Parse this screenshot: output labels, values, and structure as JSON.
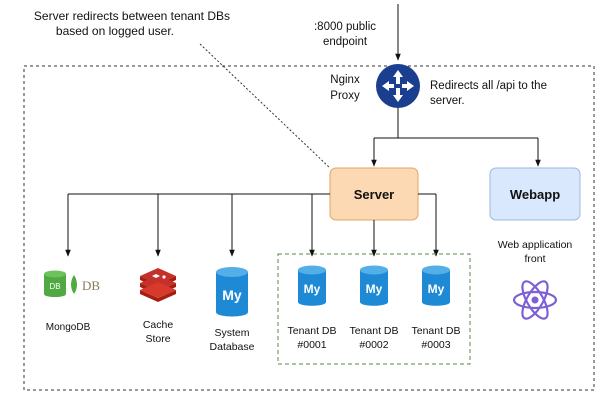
{
  "annotation": {
    "line1": "Server redirects between tenant DBs",
    "line2": "based on logged user."
  },
  "public_endpoint": {
    "line1": ":8000 public",
    "line2": "endpoint"
  },
  "nginx": {
    "line1": "Nginx",
    "line2": "Proxy",
    "icon": "router-icon"
  },
  "redirect_note": {
    "line1": "Redirects all /api to the",
    "line2": "server."
  },
  "server": {
    "label": "Server"
  },
  "webapp": {
    "label": "Webapp",
    "caption_line1": "Web application",
    "caption_line2": "front",
    "icon": "react-atom-icon"
  },
  "mongodb": {
    "label": "MongoDB",
    "logo_text": "DB",
    "icon": "mongodb-icon"
  },
  "cache": {
    "line1": "Cache",
    "line2": "Store",
    "icon": "redis-icon"
  },
  "system_db": {
    "line1": "System",
    "line2": "Database",
    "icon": "mysql-icon"
  },
  "tenants": [
    {
      "line1": "Tenant DB",
      "line2": "#0001",
      "icon": "mysql-icon"
    },
    {
      "line1": "Tenant DB",
      "line2": "#0002",
      "icon": "mysql-icon"
    },
    {
      "line1": "Tenant DB",
      "line2": "#0003",
      "icon": "mysql-icon"
    }
  ],
  "mysql_icon_text": "My",
  "colors": {
    "server_fill": "#fcd9b2",
    "server_stroke": "#e0a465",
    "webapp_fill": "#d9e8fc",
    "webapp_stroke": "#9ab7dc",
    "db_blue": "#1e8ad6",
    "router_blue": "#1a3f8f",
    "redis_red": "#c6302b",
    "mongo_green": "#4faa41",
    "react_purple": "#7d5fd6",
    "tenant_group": "#5a8a46"
  }
}
